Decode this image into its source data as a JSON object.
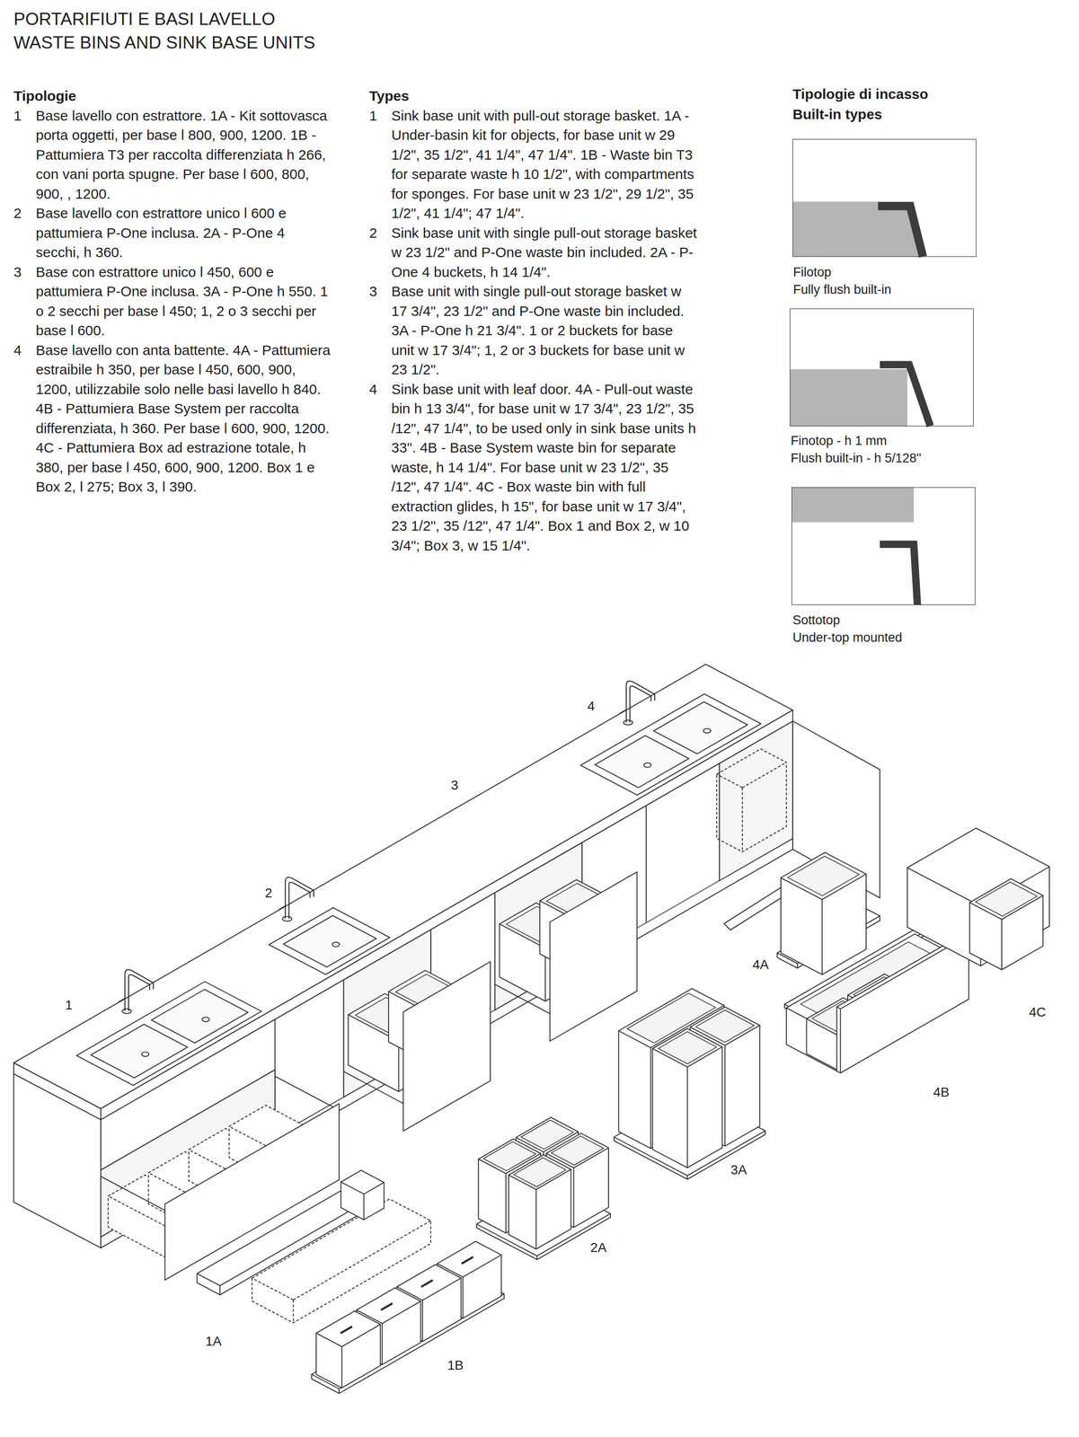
{
  "diagram": {
    "title": "PORTARIFIUTI E BASI LAVELLO",
    "labels": [
      "WASTE BINS AND SINK BASE UNITS",
      "Tipologie",
      "1",
      "Base lavello con estrattore. 1A - Kit sottovasca porta oggetti, per base l 800, 900, 1200. 1B - Pattumiera T3 per raccolta differenziata h 266, con vani porta spugne. Per base l 600, 800, 900, , 1200.",
      "2",
      "Base lavello con estrattore unico l 600 e pattumiera P-One inclusa. 2A - P-One 4 secchi, h 360.",
      "3",
      "Base con estrattore unico l 450, 600 e pattumiera P-One inclusa. 3A - P-One h 550. 1 o 2 secchi per base l 450; 1, 2 o 3 secchi per base l 600.",
      "4",
      "Base lavello con anta battente. 4A - Pattumiera estraibile h 350, per base l 450, 600, 900, 1200, utilizzabile solo nelle basi lavello h 840. 4B - Pattumiera Base System per raccolta differenziata, h 360. Per base l 600, 900, 1200. 4C - Pattumiera Box ad estrazione totale, h 380, per base l 450, 600, 900, 1200. Box 1 e Box 2, l 275; Box 3, l 390.",
      "Types",
      "1",
      "Sink base unit with pull-out storage basket. 1A - Under-basin kit for objects, for base unit w 29 1/2\", 35 1/2\", 41 1/4\", 47 1/4\". 1B - Waste bin T3 for separate waste h 10 1/2\", with compartments for sponges. For base unit w 23 1/2\", 29 1/2\", 35 1/2\", 41 1/4\"; 47 1/4\".",
      "2",
      "Sink base unit with single pull-out storage basket w 23 1/2\" and P-One waste bin included. 2A - P-One 4 buckets, h 14 1/4\".",
      "3",
      "Base unit with single pull-out storage basket w 17 3/4\", 23 1/2\" and P-One waste bin included. 3A - P-One h 21 3/4\". 1 or 2 buckets for base unit w 17 3/4\"; 1, 2 or 3 buckets for base unit w 23 1/2\".",
      "4",
      "Sink base unit with leaf door. 4A - Pull-out waste bin h 13 3/4\", for base unit w 17 3/4\", 23 1/2\", 35 /12\", 47 1/4\", to be used only in sink base units h 33\". 4B - Base System waste bin for separate waste, h 14 1/4\". For base unit w 23 1/2\", 35 /12\", 47 1/4\". 4C - Box waste bin with full extraction glides, h 15\", for base unit w 17 3/4\", 23 1/2\", 35 /12\", 47 1/4\". Box 1 and Box 2, w 10 3/4\"; Box 3, w 15 1/4\".",
      "Tipologie di incasso",
      "Built-in types",
      "Filotop",
      "Fully flush built-in",
      "Finotop - h 1 mm",
      "Flush built-in - h 5/128\"",
      "Sottotop",
      "Under-top mounted",
      "4",
      "3",
      "2",
      "1",
      "4A",
      "4C",
      "4B",
      "3A",
      "2A",
      "1A",
      "1B"
    ]
  }
}
